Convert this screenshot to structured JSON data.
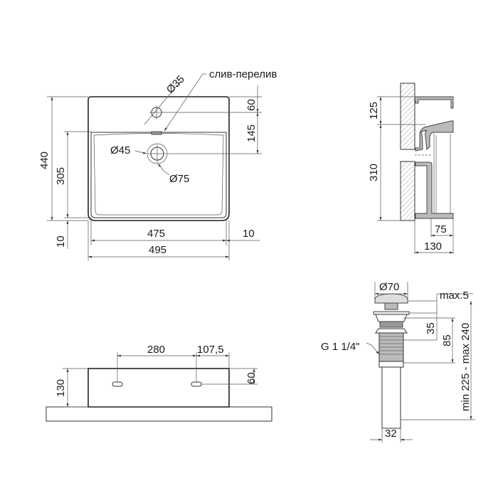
{
  "top_view": {
    "overflow_label": "слив-перелив",
    "tap_hole_diameter": "Ø35",
    "drain_inner_diameter": "Ø45",
    "drain_outer_diameter": "Ø75",
    "total_depth": "440",
    "bowl_depth": "305",
    "bottom_rim": "10",
    "tap_hole_offset": "60",
    "drain_offset": "145",
    "bowl_width": "475",
    "side_rim": "10",
    "total_width": "495"
  },
  "side_view": {
    "upper_height": "125",
    "lower_height": "310",
    "bowl_offset": "75",
    "total_height": "130"
  },
  "front_view": {
    "mount_spacing": "280",
    "mount_edge_offset": "107,5",
    "height": "130",
    "mount_height": "60"
  },
  "drain_view": {
    "cap_diameter": "Ø70",
    "cap_gap": "max.5",
    "thread": "G 1 1/4\"",
    "flange_height": "35",
    "body_height": "85",
    "total_length": "min 225 - max 240",
    "pipe_diameter": "32"
  }
}
